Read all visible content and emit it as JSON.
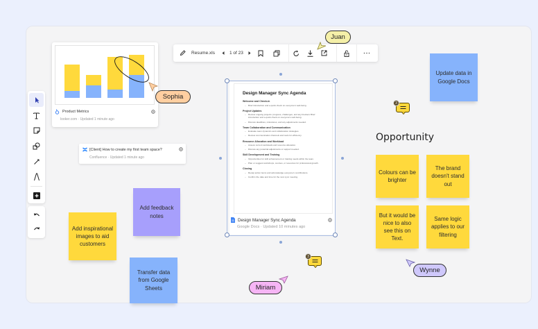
{
  "colors": {
    "background": "#ebf0fd",
    "board": "#f4f4f5",
    "sticky_yellow": "#ffd93c",
    "sticky_purple": "#a79ffc",
    "sticky_blue": "#86b3fc",
    "chart_yellow": "#ffd93c",
    "chart_blue": "#86b3fc",
    "cursor_sophia": "#ffcfa1",
    "cursor_juan": "#f5f0a8",
    "cursor_miriam": "#f6b5f5",
    "cursor_wynne": "#cfc8fb"
  },
  "left_toolbar": {
    "tools": [
      {
        "name": "select",
        "icon": "pointer-icon",
        "active": true
      },
      {
        "name": "text",
        "icon": "text-icon"
      },
      {
        "name": "sticky-note",
        "icon": "sticky-note-icon"
      },
      {
        "name": "shapes",
        "icon": "shapes-icon"
      },
      {
        "name": "connector",
        "icon": "arrow-icon"
      },
      {
        "name": "pen",
        "icon": "pen-icon"
      },
      {
        "name": "add",
        "icon": "plus-icon"
      }
    ],
    "history": [
      {
        "name": "undo",
        "icon": "undo-icon"
      },
      {
        "name": "redo",
        "icon": "redo-icon"
      }
    ]
  },
  "chart_card": {
    "title": "Product Metrics",
    "source": "looker.com",
    "updated": "Updated 1 minute ago",
    "bars": [
      {
        "yellow": 38,
        "blue": 10
      },
      {
        "yellow": 15,
        "blue": 18
      },
      {
        "yellow": 47,
        "blue": 12
      },
      {
        "yellow": 28,
        "blue": 38
      }
    ]
  },
  "confluence_card": {
    "title": "[Client] How to create my first team space?",
    "source": "Confluence",
    "updated": "Updated 1 minute ago"
  },
  "doc_toolbar": {
    "file_name": "Resume.xls",
    "page_indicator": "1 of 23"
  },
  "doc_card": {
    "title": "Design Manager Sync Agenda",
    "sections": [
      {
        "heading": "Welcome and Check-in",
        "items": [
          "Brief introduction and a quick check on everyone's well-being."
        ]
      },
      {
        "heading": "Project Updates",
        "items": [
          "Review ongoing projects: progress, challenges, and any blockers Brief introduction and a quick check on everyone's well-being.",
          "Discuss deadlines, milestones, and any adjustments needed."
        ]
      },
      {
        "heading": "Team Collaboration and Communication",
        "items": [
          "Evaluate team dynamics and collaboration strategies.",
          "Review communication channels and tools for efficiency."
        ]
      },
      {
        "heading": "Resource Allocation and Workload",
        "items": [
          "Assess current workloads and resource allocation.",
          "Discuss any potential adjustments or support needed."
        ]
      },
      {
        "heading": "Skill Development and Training",
        "items": [
          "Opportunities for skill enhancement or training needs within the team.",
          "Plan or suggest workshops, courses, or resources for professional growth."
        ]
      },
      {
        "heading": "Closing",
        "items": [
          "Recap action items and acknowledge everyone's contributions.",
          "Confirm the date and time for the next sync meeting."
        ]
      }
    ],
    "footer_title": "Design Manager Sync Agenda",
    "source": "Google Docs",
    "updated": "Updated 10 minutes ago"
  },
  "stickies": {
    "inspirational": "Add inspirational images to aid customers",
    "feedback": "Add feedback notes",
    "transfer": "Transfer data from Google Sheets",
    "update_docs": "Update data in Google Docs",
    "colours": "Colours can be brighter",
    "brand": "The brand doesn't stand out",
    "text": "But it would be nice to also see this on Text.",
    "logic": "Same logic applies to our filtering"
  },
  "section_title": "Opportunity",
  "comments": [
    {
      "count": "3"
    },
    {
      "count": "3"
    }
  ],
  "cursors": {
    "sophia": "Sophia",
    "juan": "Juan",
    "miriam": "Miriam",
    "wynne": "Wynne"
  }
}
